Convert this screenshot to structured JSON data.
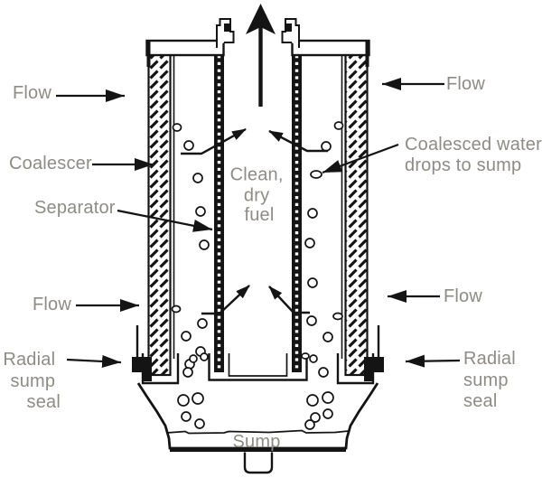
{
  "colors": {
    "background": "#ffffff",
    "line": "#141414",
    "label_text": "#8f8b86"
  },
  "labels": {
    "flow_top_left": "Flow",
    "flow_top_right": "Flow",
    "flow_bottom_left": "Flow",
    "flow_bottom_right": "Flow",
    "coalescer": "Coalescer",
    "separator": "Separator",
    "clean_dry_fuel": [
      "Clean,",
      "dry",
      "fuel"
    ],
    "coalesced_water_drops": [
      "Coalesced water",
      "drops to sump"
    ],
    "radial_sump_seal_left": [
      "Radial",
      "sump",
      "seal"
    ],
    "radial_sump_seal_right": [
      "Radial",
      "sump",
      "seal"
    ],
    "sump": "Sump"
  },
  "icons": {
    "outlet_arrow": "up-arrow",
    "flow_arrows": "solid-triangle horizontal arrows",
    "inner_flow_arrows": "diagonal arrows into center channel",
    "leader_arrows": "label pointer arrows"
  }
}
